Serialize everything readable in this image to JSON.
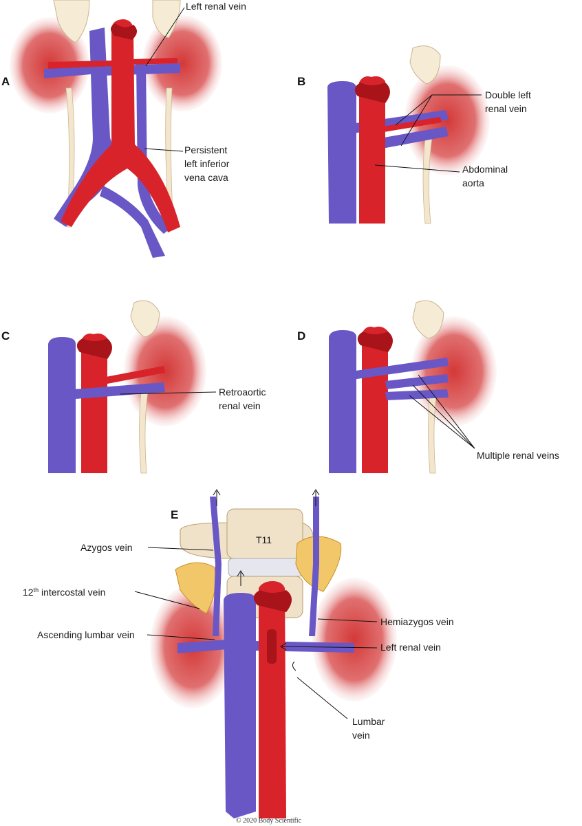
{
  "panels": {
    "a": {
      "letter": "A",
      "labels": {
        "left_renal_vein": "Left renal vein",
        "persistent_1": "Persistent",
        "persistent_2": "left inferior",
        "persistent_3": "vena cava"
      }
    },
    "b": {
      "letter": "B",
      "labels": {
        "double_1": "Double left",
        "double_2": "renal vein",
        "aorta_1": "Abdominal",
        "aorta_2": "aorta"
      }
    },
    "c": {
      "letter": "C",
      "labels": {
        "retro_1": "Retroaortic",
        "retro_2": "renal vein"
      }
    },
    "d": {
      "letter": "D",
      "labels": {
        "multiple": "Multiple renal veins"
      }
    },
    "e": {
      "letter": "E",
      "labels": {
        "t11": "T11",
        "azygos": "Azygos vein",
        "intercostal_num": "12",
        "intercostal_sup": "th",
        "intercostal_rest": " intercostal vein",
        "ascending_lumbar": "Ascending lumbar vein",
        "hemiazygos": "Hemiazygos vein",
        "left_renal_vein": "Left renal vein",
        "lumbar_1": "Lumbar",
        "lumbar_2": "vein"
      }
    }
  },
  "copyright": "© 2020 Body Scientific",
  "colors": {
    "vein": "#6a57c6",
    "artery": "#d9232a",
    "kidney": "#d64a4a",
    "bone": "#efe2c8",
    "adrenal": "#f2c76a"
  }
}
